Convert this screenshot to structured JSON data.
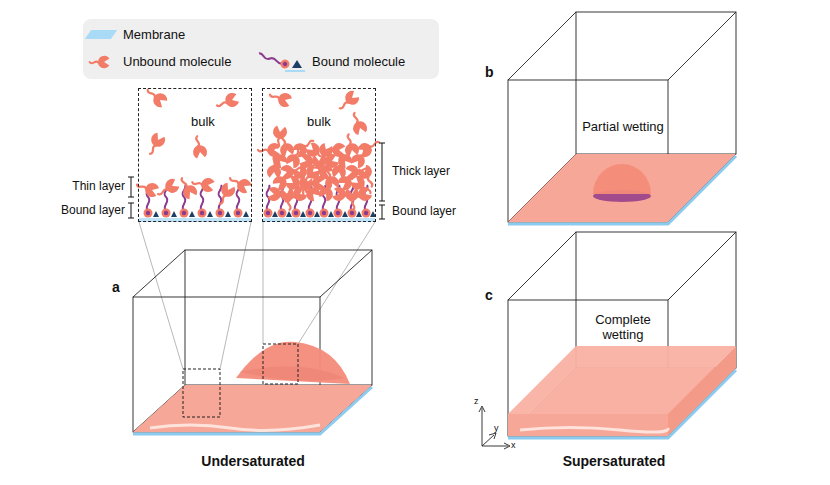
{
  "diagram": {
    "nodes": [
      {
        "text": [
          "bulk"
        ]
      },
      {
        "text": [
          "bulk"
        ]
      }
    ],
    "labels": [
      "Thin layer",
      "Bound layer",
      "Thick layer",
      "Bound layer",
      "a",
      "b",
      "Partial wetting",
      "c",
      "Complete wetting",
      "Undersaturated",
      "Supersaturated",
      "z",
      "y",
      "x"
    ],
    "legend": [
      {
        "text": "Membrane",
        "color": "#a9dbf6"
      },
      {
        "text": "Unbound molecule"
      },
      {
        "text": "Bound molecule"
      }
    ]
  }
}
